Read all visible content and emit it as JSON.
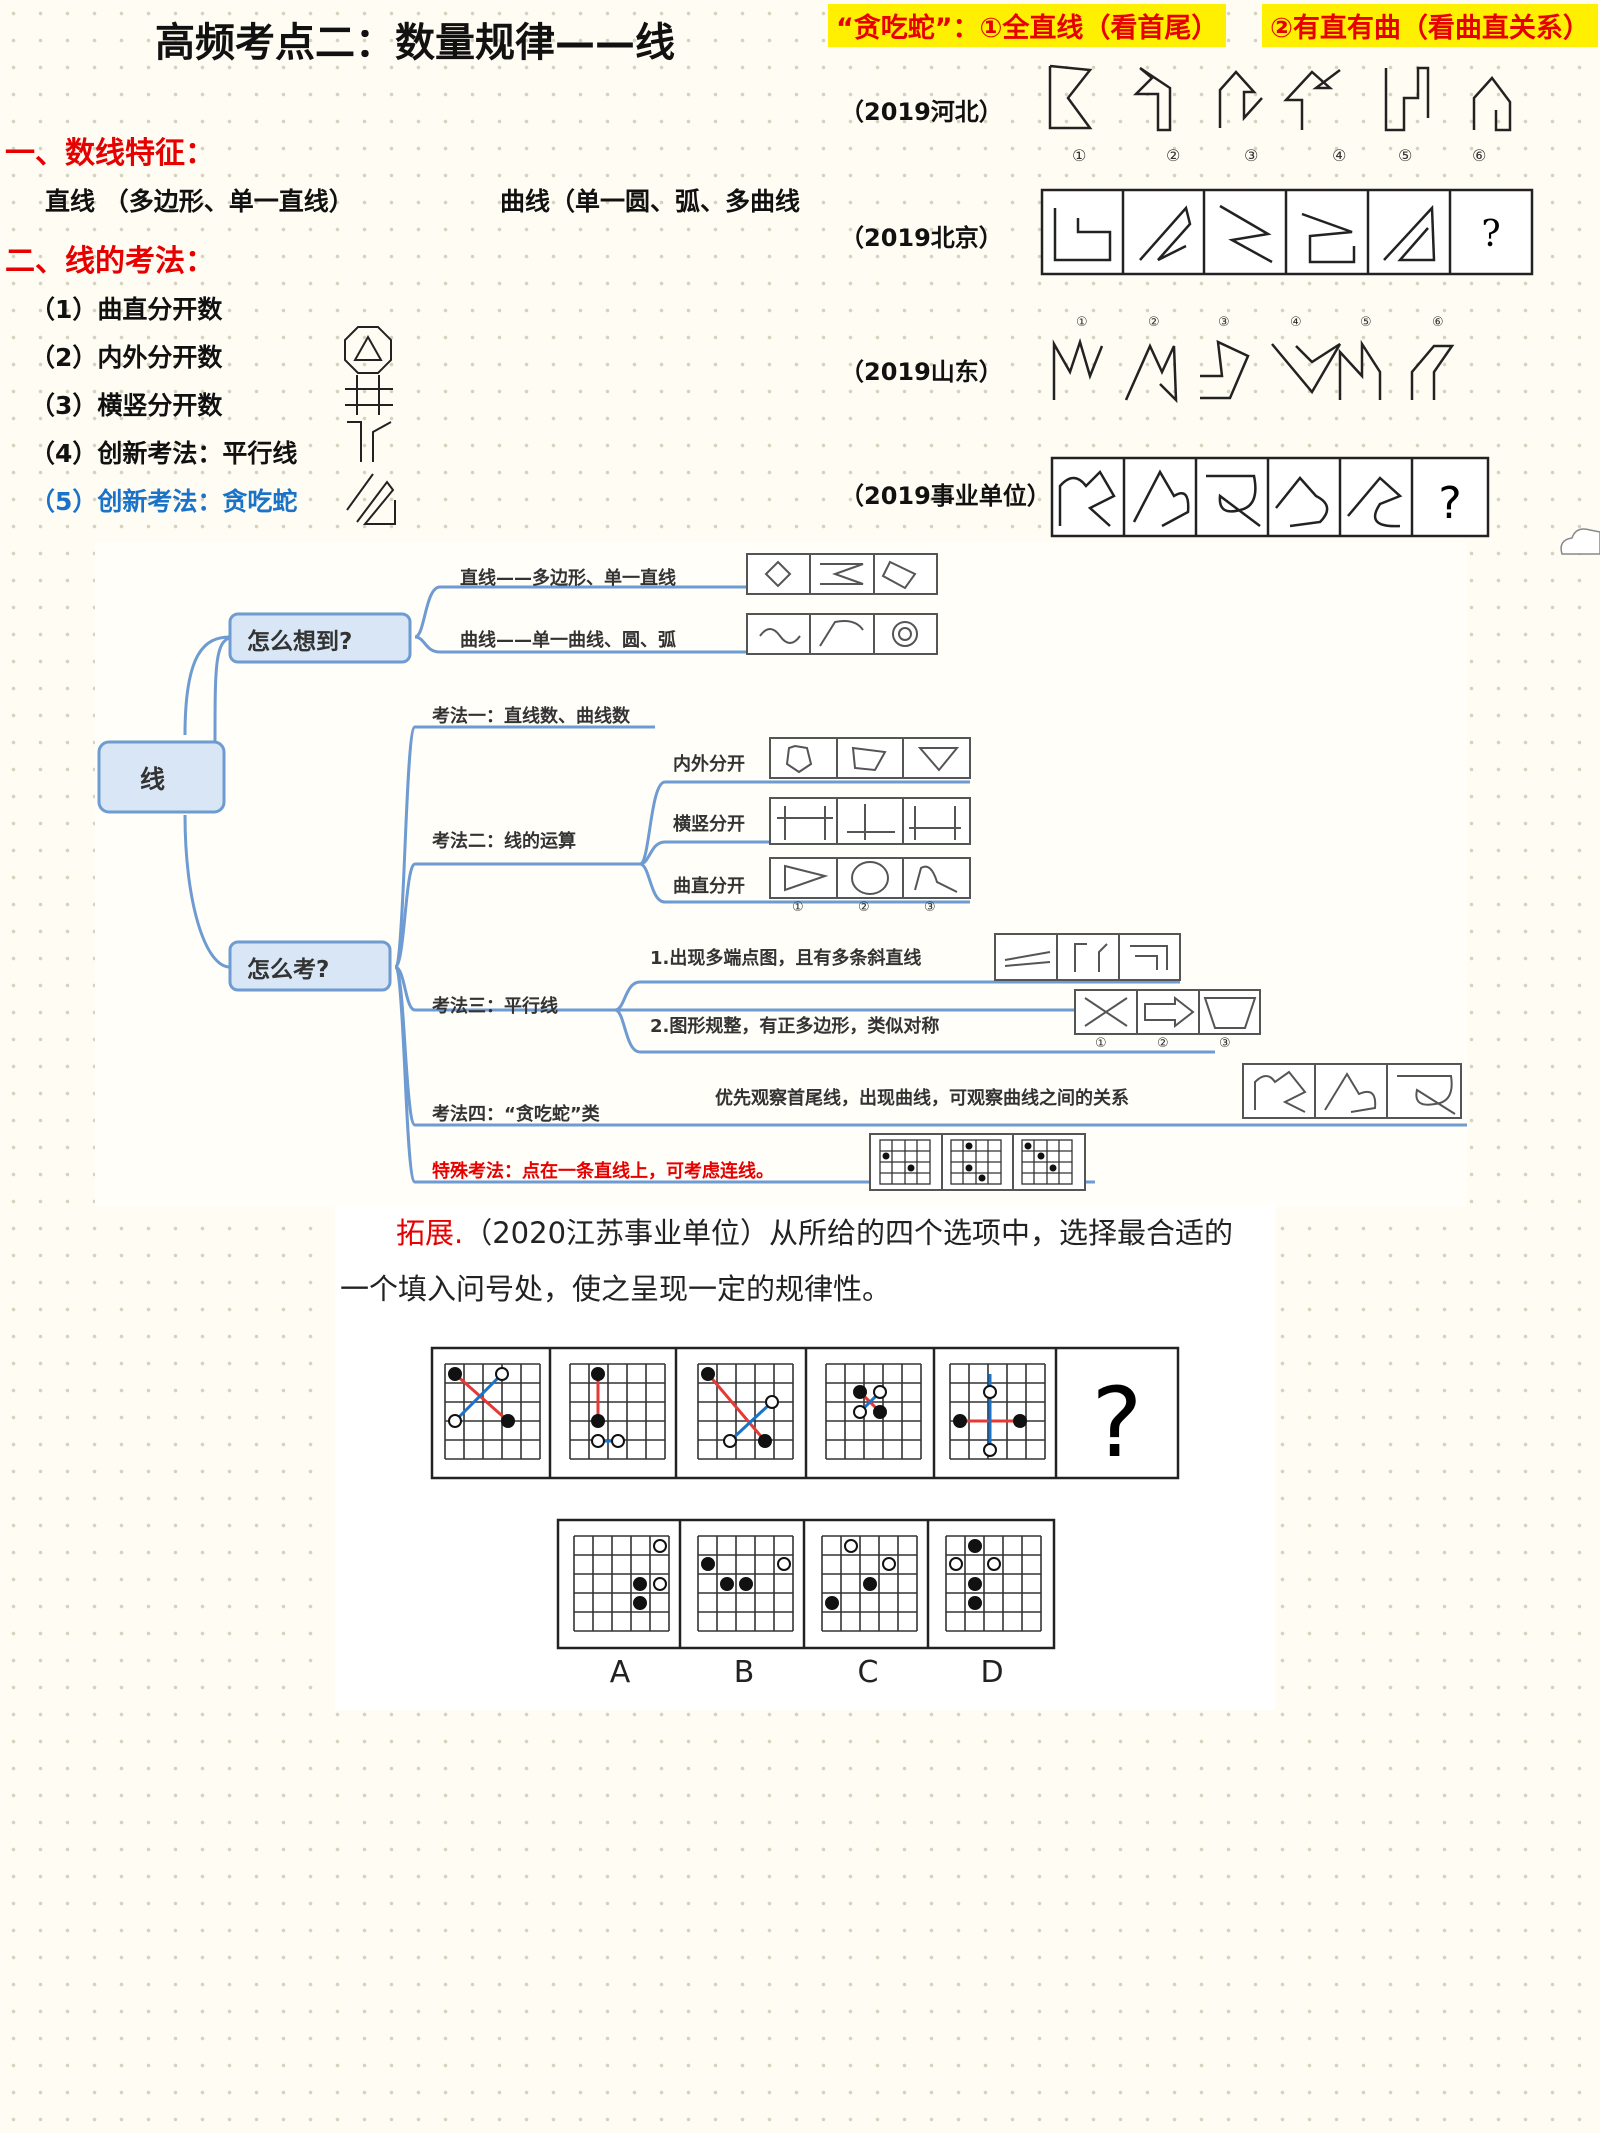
{
  "title": "高频考点二：数量规律——线",
  "snake_note": {
    "a": "“贪吃蛇”：①全直线（看首尾）",
    "b": "②有直有曲（看曲直关系）"
  },
  "left": {
    "h1": "一、数线特征：",
    "straight": "直线 （多边形、单一直线）",
    "curve": "曲线（单一圆、弧、多曲线",
    "h2": "二、线的考法：",
    "items": [
      "（1）曲直分开数",
      "（2）内外分开数",
      "（3）横竖分开数",
      "（4）创新考法：平行线",
      "（5）创新考法：贪吃蛇"
    ]
  },
  "years": [
    "（2019河北）",
    "（2019北京）",
    "（2019山东）",
    "（2019事业单位）"
  ],
  "circled": [
    "①",
    "②",
    "③",
    "④",
    "⑤",
    "⑥"
  ],
  "question_mark": "?",
  "mindmap": {
    "root": "线",
    "q1": "怎么想到?",
    "q2": "怎么考?",
    "straight": "直线——多边形、单一直线",
    "curve": "曲线——单一曲线、圆、弧",
    "m1": "考法一：直线数、曲线数",
    "m2": "考法二：线的运算",
    "m2a": "内外分开",
    "m2b": "横竖分开",
    "m2c": "曲直分开",
    "m3": "考法三：平行线",
    "m3a": "1.出现多端点图，且有多条斜直线",
    "m3b": "2.图形规整，有正多边形，类似对称",
    "m4": "考法四：“贪吃蛇”类",
    "m4a": "优先观察首尾线，出现曲线，可观察曲线之间的关系",
    "special": "特殊考法：点在一条直线上，可考虑连线。",
    "c1": "①",
    "c2": "②",
    "c3": "③"
  },
  "extension": {
    "label": "拓展.",
    "text1": "（2020江苏事业单位）从所给的四个选项中，选择最合适的",
    "text2": "一个填入问号处，使之呈现一定的规律性。",
    "question_mark": "?",
    "options": [
      "A",
      "B",
      "C",
      "D"
    ]
  },
  "colors": {
    "red": "#e60000",
    "blue": "#1a73c8",
    "highlight": "#ffef00",
    "mindmap_line": "#6e9bd1"
  }
}
